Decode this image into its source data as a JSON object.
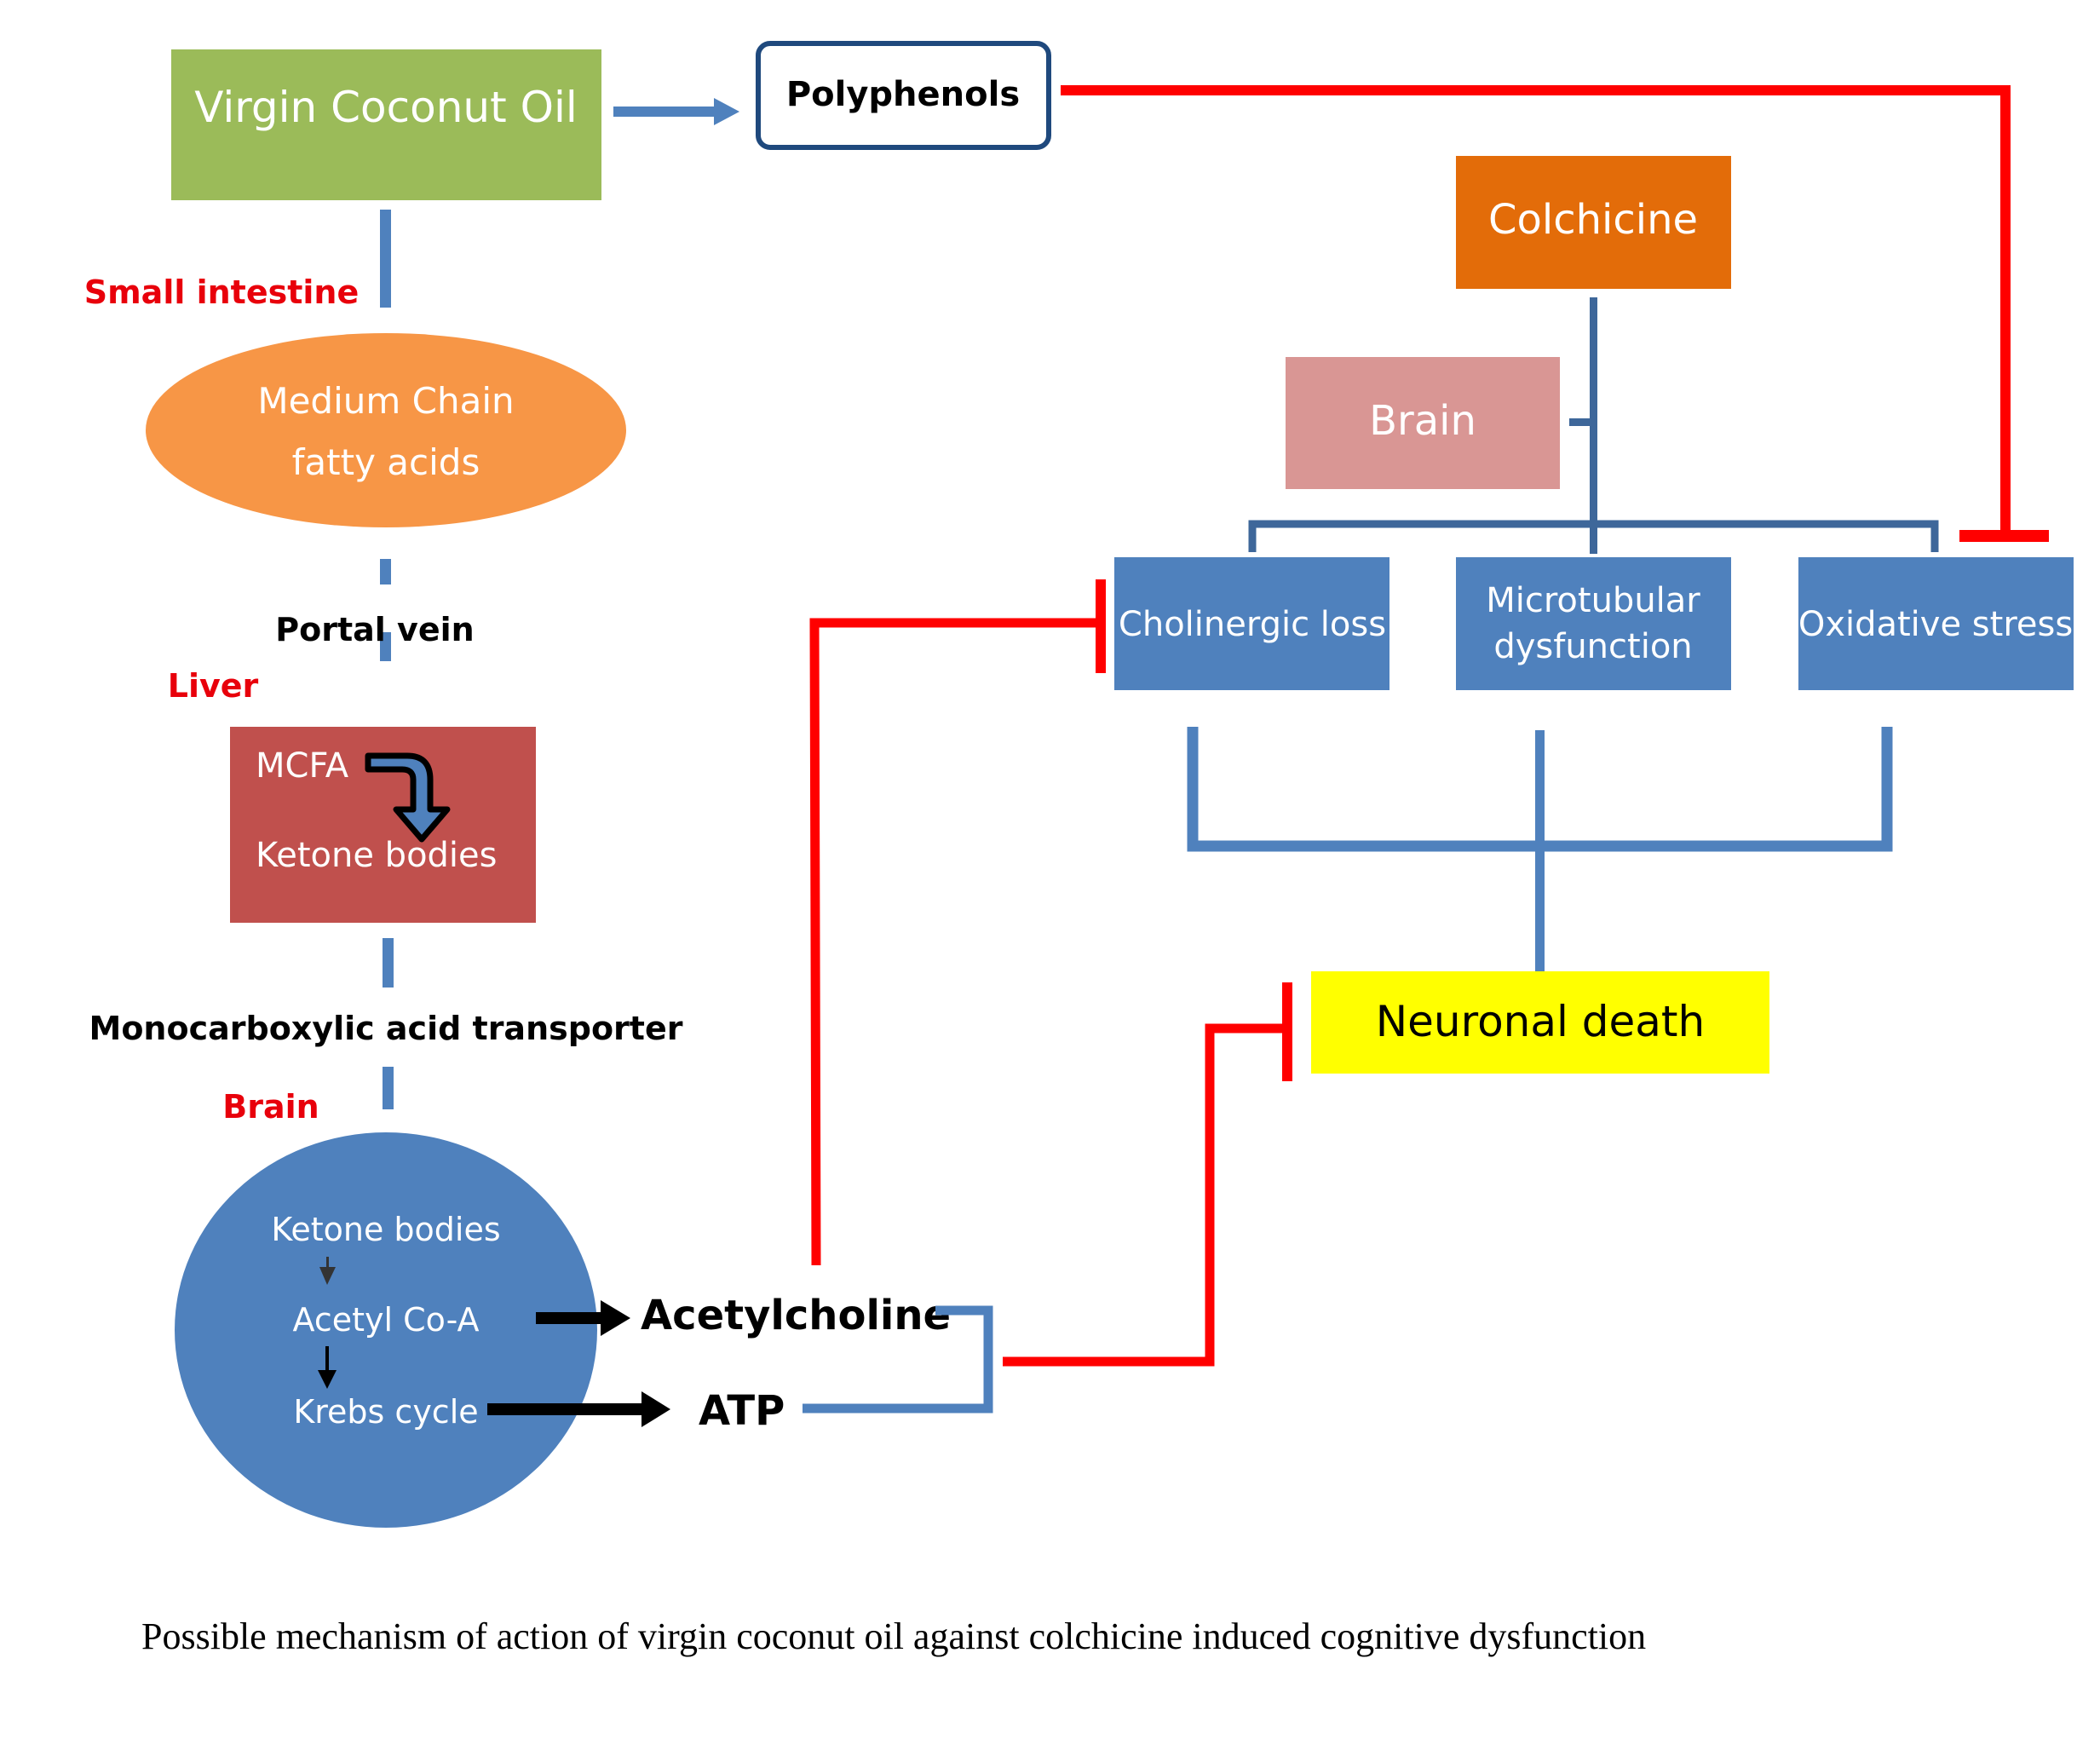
{
  "diagram": {
    "nodes": {
      "vco": "Virgin Coconut Oil",
      "polyphenols": "Polyphenols",
      "mcfa_line1": "Medium Chain",
      "mcfa_line2": "fatty acids",
      "liver_box_line1": "MCFA",
      "liver_box_line2": "Ketone bodies",
      "circle_line1": "Ketone bodies",
      "circle_line2": "Acetyl Co-A",
      "circle_line3": "Krebs cycle",
      "acetylcholine": "Acetylcholine",
      "atp": "ATP",
      "colchicine": "Colchicine",
      "brain_box": "Brain",
      "cholinergic_loss": "Cholinergic loss",
      "microtubular_line1": "Microtubular",
      "microtubular_line2": "dysfunction",
      "oxidative_stress": "Oxidative stress",
      "neuronal_death": "Neuronal death"
    },
    "labels": {
      "small_intestine": "Small intestine",
      "portal_vein": "Portal vein",
      "liver": "Liver",
      "transporter": "Monocarboxylic acid transporter",
      "brain": "Brain"
    },
    "caption": "Possible mechanism of action of virgin coconut oil against colchicine induced cognitive dysfunction",
    "colors": {
      "vco": "#9BBB59",
      "polyphenols_border": "#1F497D",
      "mcfa": "#F79646",
      "liver_box": "#C0504D",
      "blue": "#4F81BD",
      "colchicine": "#E36C09",
      "brain_box": "#D99694",
      "neuronal_death": "#FFFF00",
      "inhibit": "#FF0000",
      "organ_label": "#E8000B"
    }
  }
}
